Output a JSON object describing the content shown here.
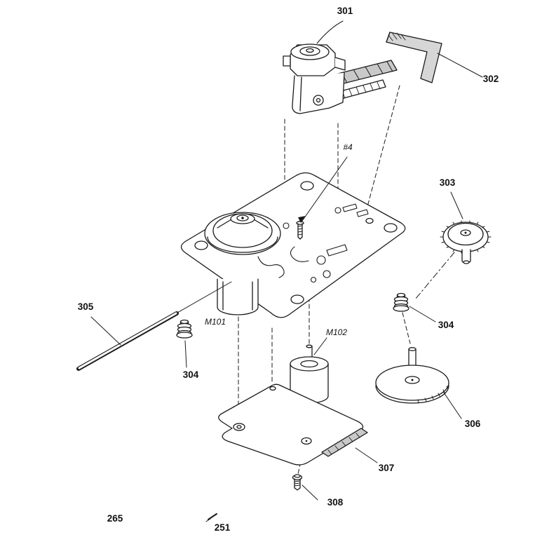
{
  "diagram": {
    "kind": "exploded-parts-diagram",
    "colors": {
      "line": "#1a1a1a",
      "shade": "#c9c9c9",
      "background": "#ffffff"
    },
    "labels": {
      "p301": "301",
      "p302": "302",
      "p303": "303",
      "p304_right": "304",
      "p304_left": "304",
      "p305": "305",
      "p306": "306",
      "p307": "307",
      "p308": "308",
      "p265": "265",
      "p251": "251",
      "m101": "M101",
      "m102": "M102",
      "screw_ref": "#4"
    }
  }
}
